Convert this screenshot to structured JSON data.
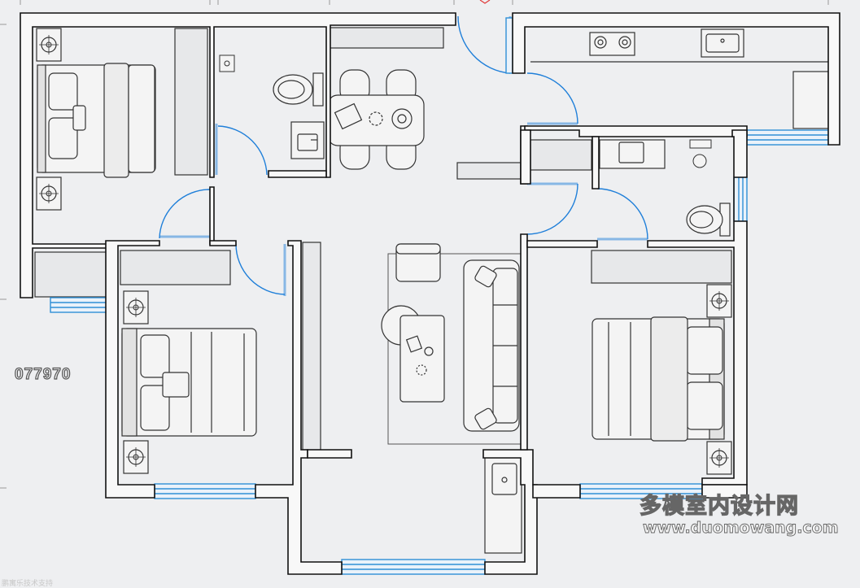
{
  "plan": {
    "code": "077970",
    "watermark_cn": "多模室内设计网",
    "watermark_url": "www.duomowang.com",
    "footer_note": "鹏寓乐技术支持"
  },
  "colors": {
    "background": "#eeeff1",
    "wall": "#111111",
    "door_swing": "#1f7fd9",
    "window": "#2f8fd6",
    "furniture": "#555555"
  },
  "rooms": [
    "bedroom-top-left",
    "bathroom-top",
    "dining-room",
    "kitchen",
    "bedroom-bottom-left",
    "living-room",
    "bathroom-right",
    "bedroom-right",
    "balcony-bottom"
  ],
  "furniture": [
    "double-bed-icon",
    "toilet-icon",
    "washbasin-icon",
    "dining-table-icon",
    "gas-stove-icon",
    "kitchen-sink-icon",
    "sofa-icon",
    "coffee-table-icon",
    "washing-machine-icon"
  ]
}
